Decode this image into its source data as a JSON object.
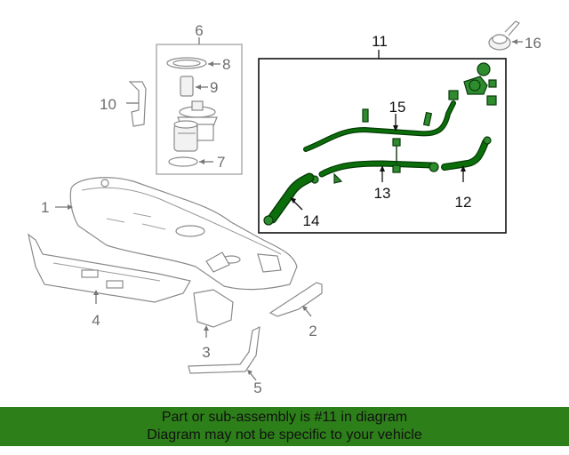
{
  "diagram": {
    "callouts": {
      "c1": "1",
      "c2": "2",
      "c3": "3",
      "c4": "4",
      "c5": "5",
      "c6": "6",
      "c7": "7",
      "c8": "8",
      "c9": "9",
      "c10": "10",
      "c11": "11",
      "c12": "12",
      "c13": "13",
      "c14": "14",
      "c15": "15",
      "c16": "16"
    },
    "colors": {
      "highlight_green": "#2d7f19",
      "hose_green": "#0b6e0b",
      "line_grey": "#8a8a8a"
    }
  },
  "footer": {
    "line1": "Part or sub-assembly is #11 in diagram",
    "line2": "Diagram may not be specific to your vehicle"
  }
}
